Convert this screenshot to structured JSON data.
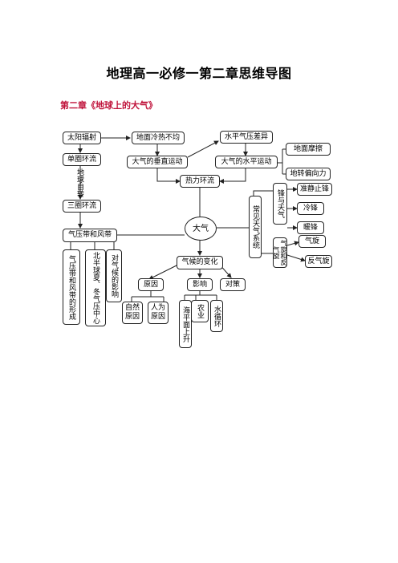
{
  "title": "地理高一必修一第二章思维导图",
  "subtitle": "第二章《地球上的大气》",
  "nodes": {
    "solar_radiation": "太阳辐射",
    "uneven_heating": "地面冷热不均",
    "pressure_diff": "水平气压差异",
    "single_cell": "单圈环流",
    "vertical_motion": "大气的垂直运动",
    "horizontal_motion": "大气的水平运动",
    "ground_friction": "地面摩擦",
    "coriolis": "地转偏向力",
    "earth_rotation": "地球自转",
    "thermal_circulation": "热力环流",
    "three_cell": "三圈环流",
    "common_systems": "常见天气系统",
    "fronts": "锋与天气",
    "stationary_front": "准静止锋",
    "cold_front": "冷锋",
    "warm_front": "暖锋",
    "pressure_belts": "气压带和风带",
    "atmosphere": "大气",
    "cyclones": "气旋和反气旋",
    "cyclone": "气旋",
    "anticyclone": "反气旋",
    "belt_formation": "气压带和风带的形成",
    "nh_summer_winter": "北半球夏、冬气压中心",
    "climate_impact": "对气候的影响",
    "climate_change": "气候的变化",
    "causes": "原因",
    "impact": "影响",
    "measures": "对策",
    "natural_causes": "自然原因",
    "human_causes": "人为原因",
    "sea_level": "海平面上升",
    "agriculture": "农业",
    "water_cycle": "水循环"
  }
}
